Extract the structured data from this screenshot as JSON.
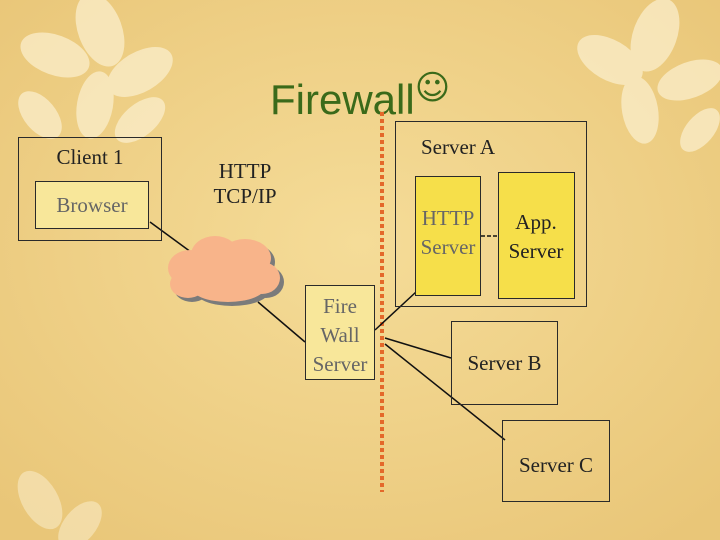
{
  "title": "Firewall",
  "title_icon": "smiley-icon",
  "nodes": {
    "client": {
      "title": "Client 1",
      "browser": "Browser"
    },
    "protocol": {
      "line1": "HTTP",
      "line2": "TCP/IP"
    },
    "firewall": {
      "line1": "Fire",
      "line2": "Wall",
      "line3": "Server"
    },
    "server_a": {
      "title": "Server A",
      "http_line1": "HTTP",
      "http_line2": "Server",
      "app_line1": "App.",
      "app_line2": "Server"
    },
    "server_b": {
      "title": "Server B"
    },
    "server_c": {
      "title": "Server C"
    }
  },
  "colors": {
    "background": "#f2d58a",
    "title": "#3a6a1a",
    "cloud": "#f8b48a",
    "firewall_line": "#e4682a",
    "server_box": "#f6df4a"
  }
}
